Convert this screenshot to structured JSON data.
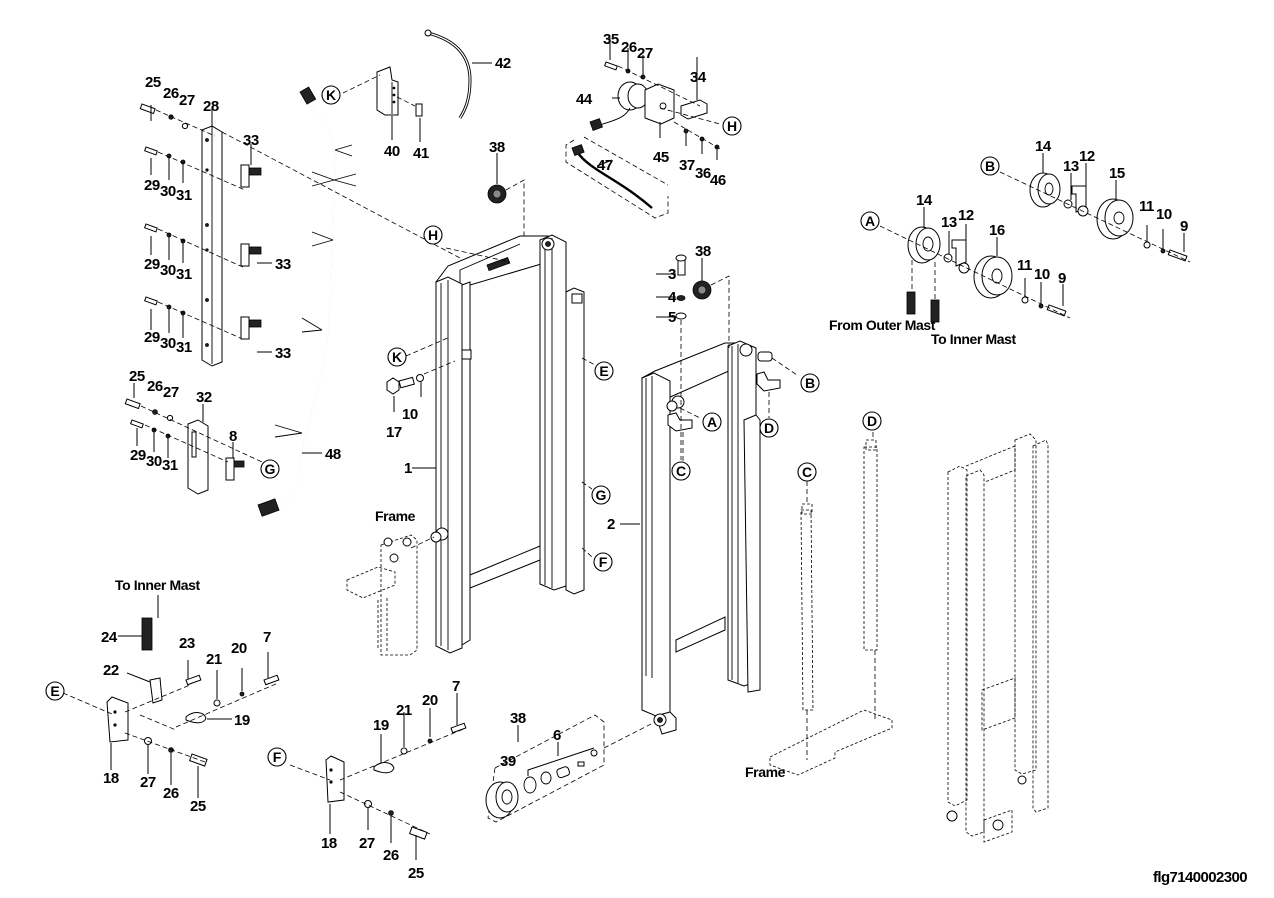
{
  "diagram": {
    "title": "Mast assembly exploded parts view",
    "figure_id": "flg7140002300",
    "text_notes": {
      "from_outer_mast": "From Outer Mast",
      "to_inner_mast_top": "To Inner Mast",
      "to_inner_mast_bottom": "To Inner Mast",
      "frame_left": "Frame",
      "frame_right": "Frame"
    },
    "reference_letters": {
      "A": "A",
      "B": "B",
      "C": "C",
      "D": "D",
      "E": "E",
      "F": "F",
      "G": "G",
      "H": "H",
      "K": "K"
    },
    "callouts": {
      "p1": "1",
      "p2": "2",
      "p3": "3",
      "p4": "4",
      "p5": "5",
      "p6": "6",
      "p7a": "7",
      "p7b": "7",
      "p8": "8",
      "p9a": "9",
      "p9b": "9",
      "p10a": "10",
      "p10b": "10",
      "p10c": "10",
      "p11a": "11",
      "p11b": "11",
      "p12a": "12",
      "p12b": "12",
      "p13a": "13",
      "p13b": "13",
      "p14a": "14",
      "p14b": "14",
      "p15": "15",
      "p16": "16",
      "p17": "17",
      "p18a": "18",
      "p18b": "18",
      "p19a": "19",
      "p19b": "19",
      "p20a": "20",
      "p20b": "20",
      "p21a": "21",
      "p21b": "21",
      "p22": "22",
      "p23": "23",
      "p24": "24",
      "p25a": "25",
      "p25b": "25",
      "p25c": "25",
      "p25d": "25",
      "p26a": "26",
      "p26b": "26",
      "p26c": "26",
      "p26d": "26",
      "p26e": "26",
      "p27a": "27",
      "p27b": "27",
      "p27c": "27",
      "p27d": "27",
      "p27e": "27",
      "p28": "28",
      "p29a": "29",
      "p29b": "29",
      "p29c": "29",
      "p29d": "29",
      "p30a": "30",
      "p30b": "30",
      "p30c": "30",
      "p30d": "30",
      "p31a": "31",
      "p31b": "31",
      "p31c": "31",
      "p31d": "31",
      "p32": "32",
      "p33a": "33",
      "p33b": "33",
      "p33c": "33",
      "p34": "34",
      "p35": "35",
      "p36": "36",
      "p37": "37",
      "p38a": "38",
      "p38b": "38",
      "p38c": "38",
      "p39": "39",
      "p40": "40",
      "p41": "41",
      "p42": "42",
      "p44": "44",
      "p45": "45",
      "p46": "46",
      "p47": "47",
      "p48": "48"
    }
  }
}
